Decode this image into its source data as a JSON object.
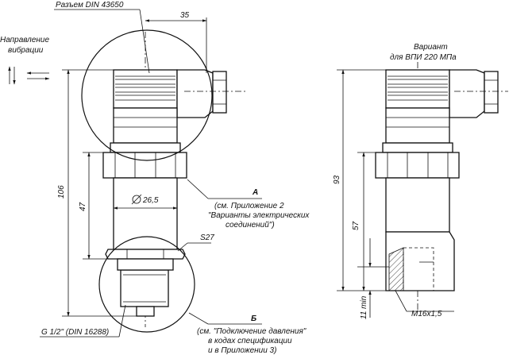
{
  "labels": {
    "connector": "Разъем DIN 43650",
    "vibration_line1": "Направление",
    "vibration_line2": "вибрации",
    "variant_line1": "Вариант",
    "variant_line2": "для ВПИ 220 МПа",
    "ref_a": "A",
    "ref_a_note1": "(см. Приложение 2",
    "ref_a_note2": "\"Варианты электрических",
    "ref_a_note3": "соединений\")",
    "ref_b": "Б",
    "ref_b_note1": "(см. \"Подключение давления\"",
    "ref_b_note2": "в кодах спецификации",
    "ref_b_note3": "и в Приложении 3)",
    "thread_main": "G 1/2\" (DIN 16288)",
    "thread_variant": "M16x1,5"
  },
  "dimensions": {
    "d35": "35",
    "d106": "106",
    "d47": "47",
    "d26": "26,5",
    "s27": "S27",
    "d93": "93",
    "d57": "57",
    "d11": "11 min"
  }
}
